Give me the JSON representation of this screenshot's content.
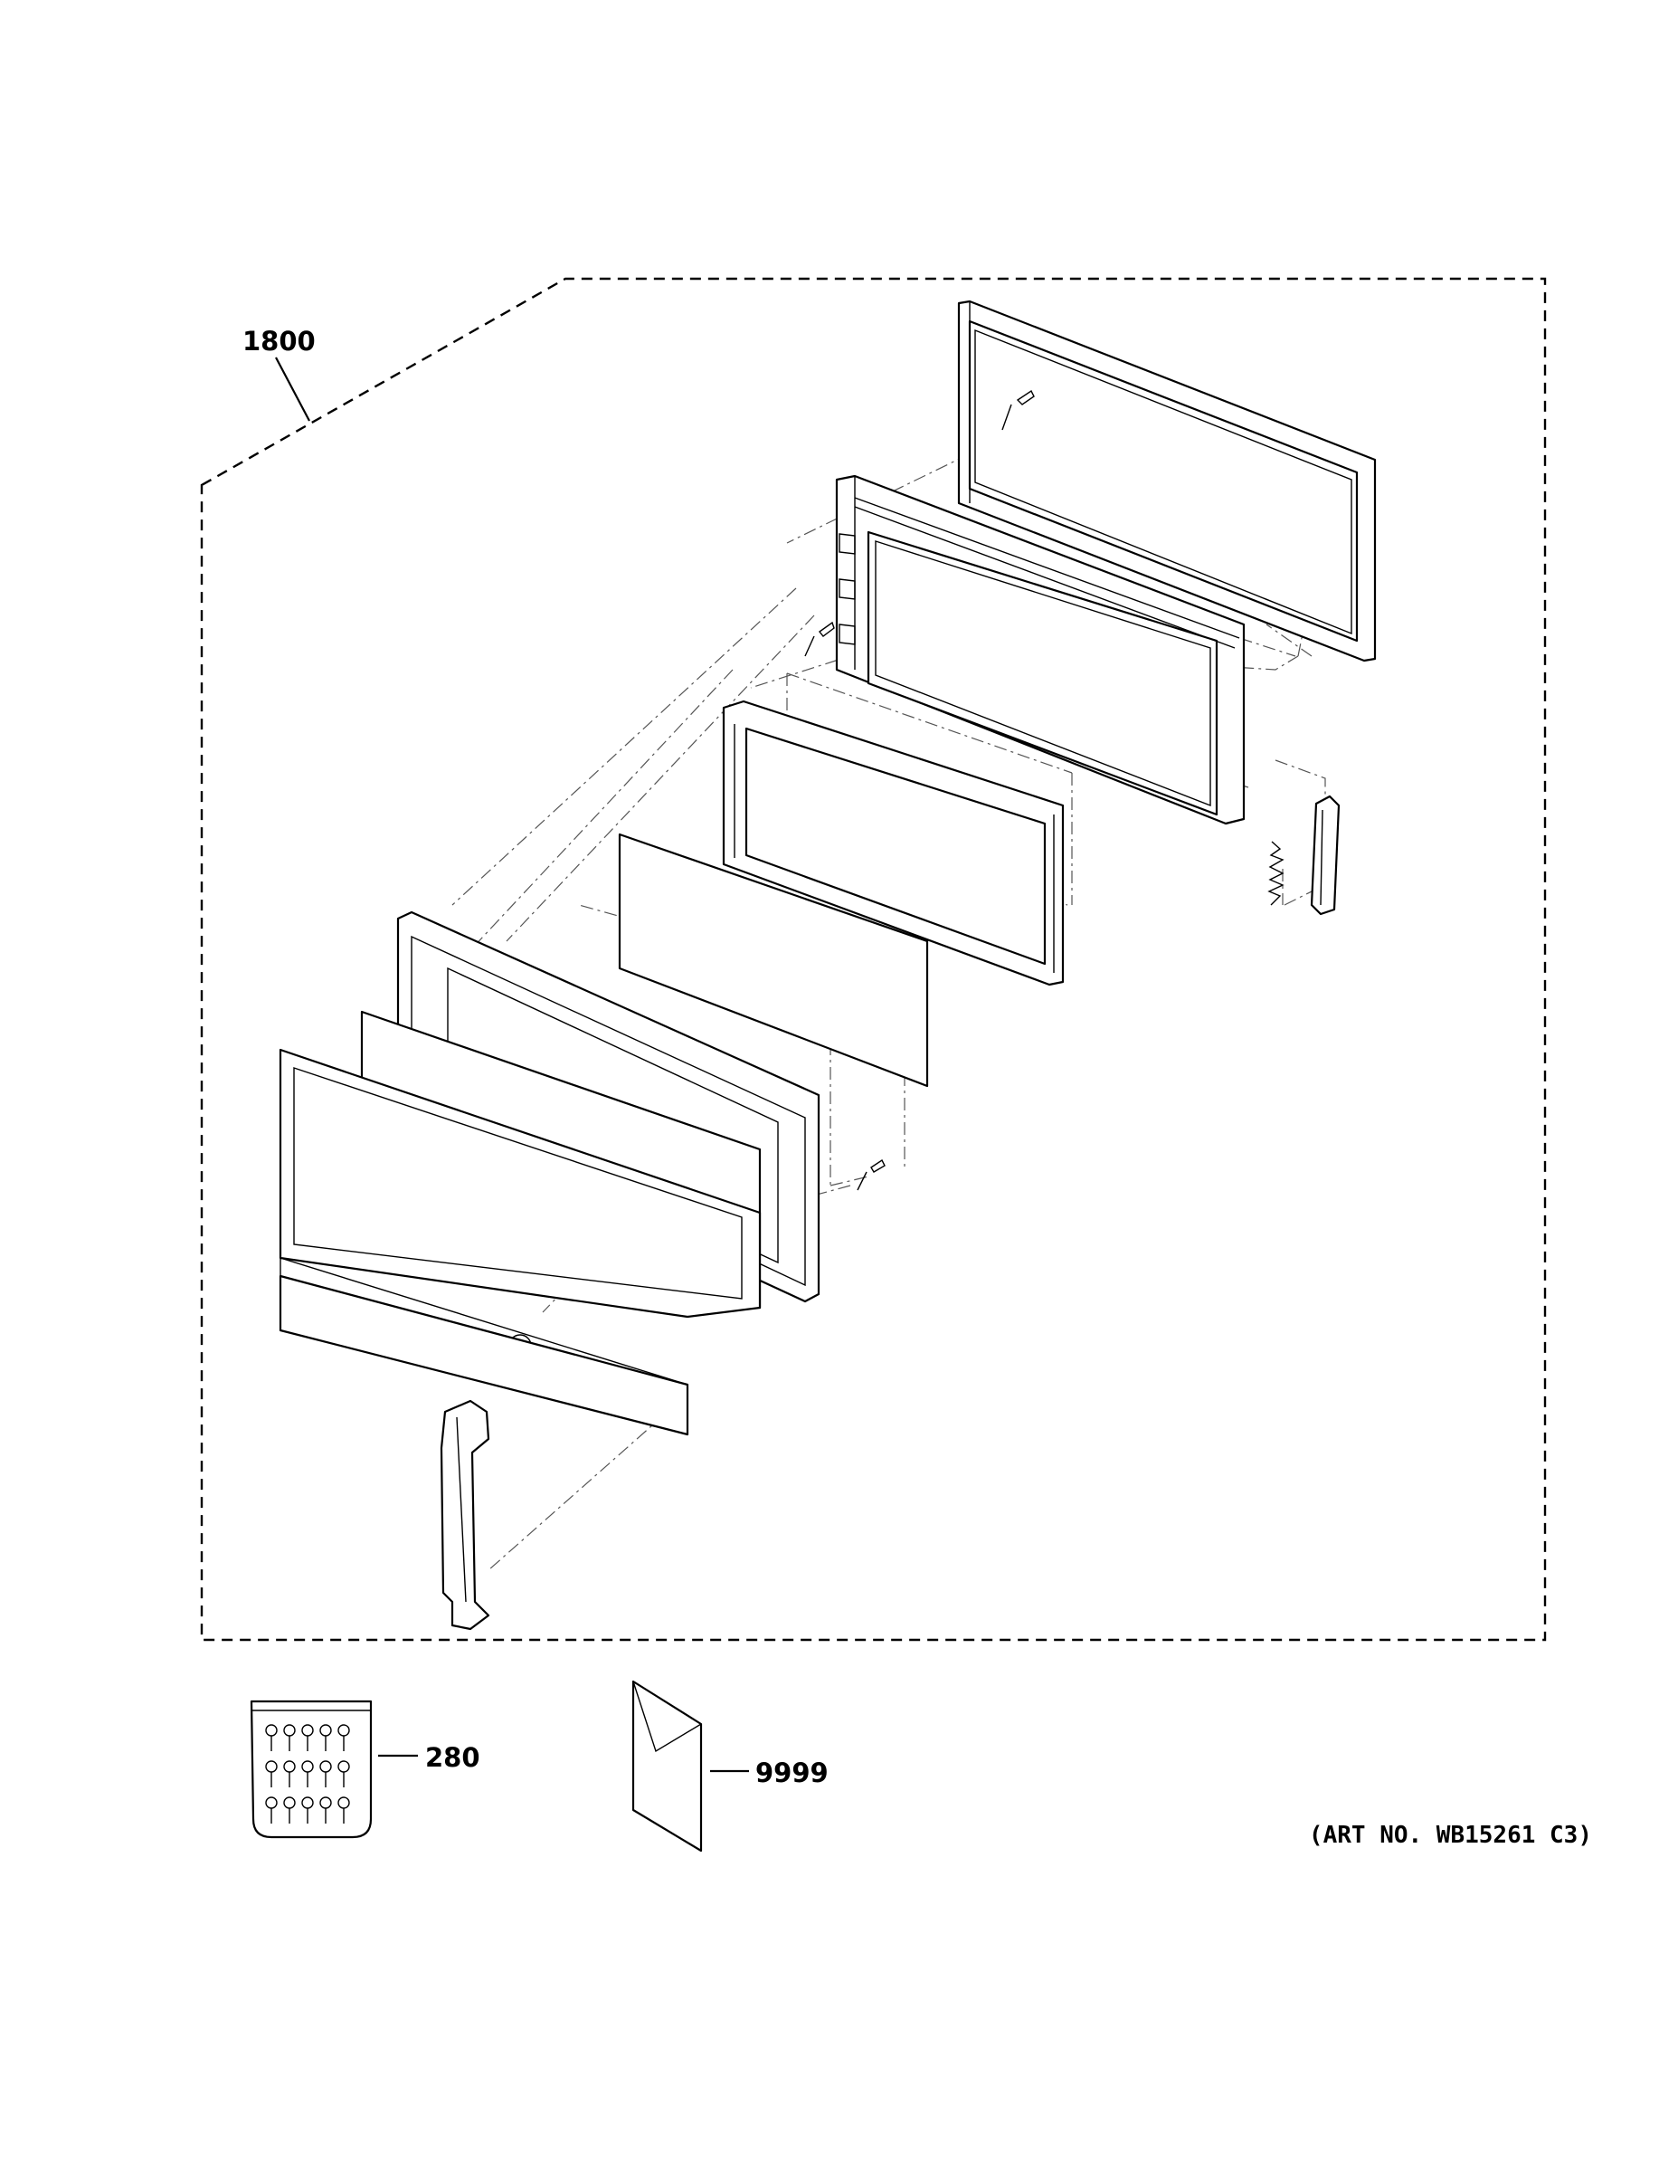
{
  "callouts": {
    "door_assembly": "1800",
    "screw_bag": "280",
    "literature": "9999"
  },
  "art_number": "(ART NO. WB15261 C3)",
  "icons": {
    "screw_bag": "screw-bag-icon",
    "literature": "literature-envelope-icon"
  }
}
